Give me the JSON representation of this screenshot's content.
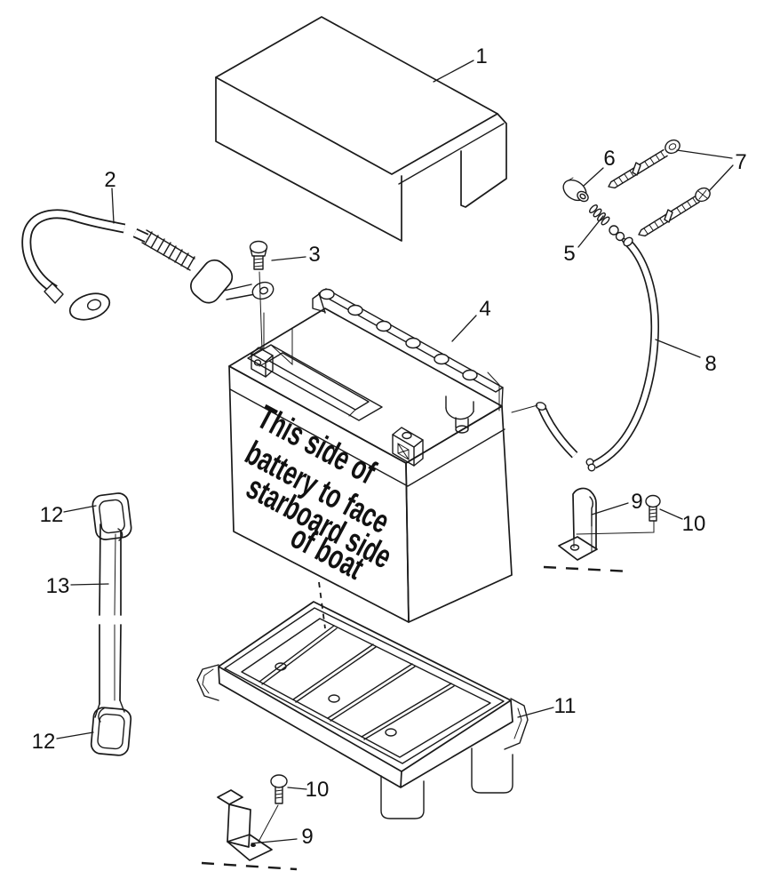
{
  "colors": {
    "background": "#ffffff",
    "ink": "#1a1a1a"
  },
  "battery_note_lines": [
    "This side of",
    "battery to face",
    "starboard side",
    "of boat"
  ],
  "callouts": [
    {
      "label": "1"
    },
    {
      "label": "2"
    },
    {
      "label": "3"
    },
    {
      "label": "4"
    },
    {
      "label": "5"
    },
    {
      "label": "6"
    },
    {
      "label": "7"
    },
    {
      "label": "8"
    },
    {
      "label": "9"
    },
    {
      "label": "10"
    },
    {
      "label": "11"
    },
    {
      "label": "12"
    },
    {
      "label": "13"
    },
    {
      "label": "12"
    },
    {
      "label": "10"
    },
    {
      "label": "9"
    }
  ]
}
